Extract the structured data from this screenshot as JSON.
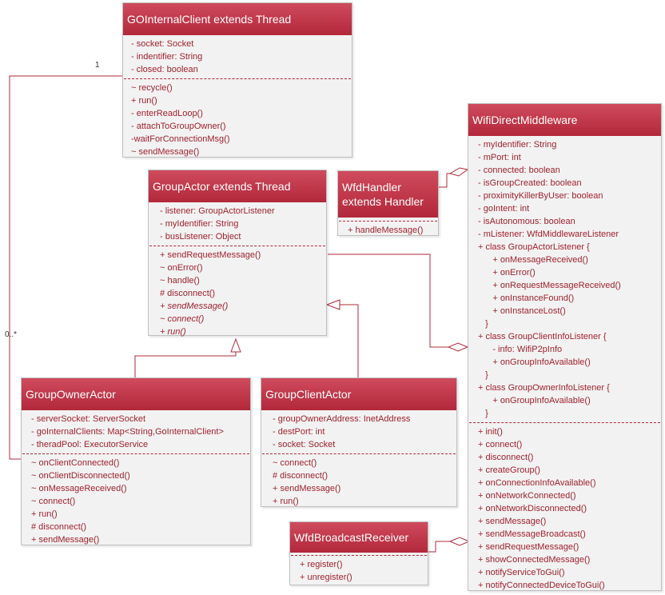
{
  "multiplicity": {
    "one": "1",
    "many": "0..*"
  },
  "go_internal_client": {
    "title": "GOInternalClient extends Thread",
    "attributes": [
      "- socket: Socket",
      "- indentifier: String",
      "- closed: boolean"
    ],
    "methods": [
      "~ recycle()",
      "+ run()",
      "- enterReadLoop()",
      "- attachToGroupOwner()",
      "-waitForConnectionMsg()",
      "~ sendMessage()"
    ]
  },
  "group_actor": {
    "title": "GroupActor extends Thread",
    "attributes": [
      "- listener: GroupActorListener",
      "- myIdentifier: String",
      "- busListener: Object"
    ],
    "methods": [
      "+ sendRequestMessage()",
      "~ onError()",
      "~ handle()",
      "# disconnect()",
      "+ sendMessage()",
      "~ connect()",
      "+ run()"
    ]
  },
  "wfd_handler": {
    "title_line1": "WfdHandler",
    "title_line2": "extends Handler",
    "methods": [
      "+ handleMessage()"
    ]
  },
  "wifi_direct_middleware": {
    "title": "WifiDirectMiddleware",
    "attributes": [
      "- myIdentifier: String",
      "- mPort: int",
      "- connected: boolean",
      "- isGroupCreated: boolean",
      "- proximityKillerByUser: boolean",
      "- goIntent: int",
      "- isAutonomous: boolean",
      "- mListener: WfdMiddlewareListener",
      "+ class GroupActorListener {",
      "      + onMessageReceived()",
      "      + onError()",
      "      + onRequestMessageReceived()",
      "      + onInstanceFound()",
      "      + onInstanceLost()",
      "   }",
      "+ class GroupClientInfoListener {",
      "      - info: WifiP2pInfo",
      "      + onGroupInfoAvailable()",
      "   }",
      "+ class GroupOwnerInfoListener {",
      "      + onGroupInfoAvailable()",
      "   }"
    ],
    "methods": [
      "+ init()",
      "+ connect()",
      "+ disconnect()",
      "+ createGroup()",
      "+ onConnectionInfoAvailable()",
      "+ onNetworkConnected()",
      "+ onNetworkDisconnected()",
      "+ sendMessage()",
      "+ sendMessageBroadcast()",
      "+ sendRequestMessage()",
      "+ showConnectedMessage()",
      "+ notifyServiceToGui()",
      "+ notifyConnectedDeviceToGui()"
    ]
  },
  "group_owner_actor": {
    "title": "GroupOwnerActor",
    "attributes": [
      "- serverSocket: ServerSocket",
      "- goInternalClients: Map<String,GoInternalClient>",
      "- theradPool: ExecutorService"
    ],
    "methods": [
      "~ onClientConnected()",
      "~ onClientDisconnected()",
      "~ onMessageReceived()",
      "~ connect()",
      "+ run()",
      "# disconnect()",
      "+ sendMessage()"
    ]
  },
  "group_client_actor": {
    "title": "GroupClientActor",
    "attributes": [
      "- groupOwnerAddress: InetAddress",
      "- destPort: int",
      "- socket: Socket"
    ],
    "methods": [
      "~ connect()",
      "# disconnect()",
      "+ sendMessage()",
      "+ run()"
    ]
  },
  "wfd_broadcast_receiver": {
    "title": "WfdBroadcastReceiver",
    "methods": [
      "+ register()",
      "+ unregister()"
    ]
  }
}
